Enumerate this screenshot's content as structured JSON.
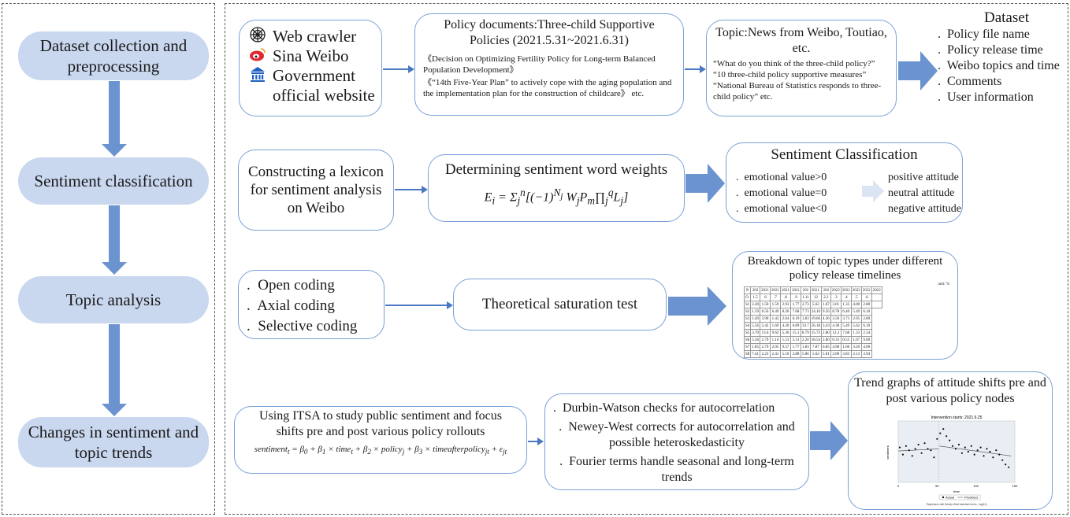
{
  "pipeline": {
    "stages": [
      "Dataset collection and preprocessing",
      "Sentiment classification",
      "Topic analysis",
      "Changes in sentiment and topic trends"
    ]
  },
  "row1": {
    "sources": [
      {
        "icon": "spider-web-icon",
        "label": "Web crawler"
      },
      {
        "icon": "weibo-icon",
        "label": "Sina Weibo"
      },
      {
        "icon": "government-building-icon",
        "label": "Government"
      },
      {
        "icon": "",
        "label": "official website"
      }
    ],
    "policy_title": "Policy documents:Three-child Supportive Policies (2021.5.31~2021.6.31)",
    "policy_lines": [
      "《Decision on Optimizing Fertility Policy for Long-term Balanced Population Development》",
      "《“14th Five-Year Plan” to actively cope with the aging population and the implementation plan for the construction of childcare》 etc."
    ],
    "topic_title": "Topic:News from Weibo, Toutiao, etc.",
    "topic_lines": [
      "“What do you think of the three-child policy?”",
      "“10 three-child policy supportive measures”",
      "“National Bureau of Statistics responds to three-child policy” etc."
    ],
    "dataset_title": "Dataset",
    "dataset_items": [
      "Policy file name",
      "Policy release time",
      "Weibo topics and time",
      "Comments",
      "User information"
    ]
  },
  "row2": {
    "lexicon": "Constructing a lexicon for sentiment analysis on Weibo",
    "weights_title": "Determining sentiment word weights",
    "formula": "E_i = Σ_j^n [(−1)^{N_j} W_j P_m ∏_j^q L_j]",
    "class_title": "Sentiment Classification",
    "conditions": [
      "emotional value>0",
      "emotional value=0",
      "emotional value<0"
    ],
    "attitudes": [
      "positive attitude",
      "neutral attitude",
      "negative attitude"
    ]
  },
  "row3": {
    "coding": [
      "Open coding",
      "Axial coding",
      "Selective coding"
    ],
    "saturation": "Theoretical saturation test",
    "breakdown_title": "Breakdown of topic types under different policy release timelines",
    "unit": "unit: %",
    "table": {
      "header1": [
        "N",
        "202",
        "2021",
        "2021",
        "2021",
        "2021",
        "202",
        "2021.",
        "202",
        "2022",
        "2022",
        "2022",
        "2022",
        "2022"
      ],
      "header2": [
        "O.",
        "1.5",
        ".6",
        ".7",
        ".8",
        ".9",
        "1.11",
        "12",
        "2.2",
        ".3",
        ".4",
        ".5",
        ".6",
        ""
      ],
      "rows": [
        [
          "S1",
          "2.20",
          "1.50",
          "1.59",
          "2.93",
          "1.77",
          "2.73",
          "5.62",
          "1.87",
          "3.01",
          "1.33",
          "4.00",
          "2.80",
          ""
        ],
        [
          "S2",
          "1.59",
          "6.56",
          "6.49",
          "8.26",
          "7.68",
          "7.73",
          "24.16",
          "9.56",
          "8.78",
          "6.40",
          "5.49",
          "6.10"
        ],
        [
          "S3",
          "1.49",
          "3.90",
          "1.43",
          "2.04",
          "6.19",
          "1.83",
          "19.66",
          "4.36",
          "3.50",
          "3.73",
          "2.95",
          "2.89"
        ],
        [
          "S4",
          "5.56",
          "2.42",
          "1.69",
          "4.26",
          "6.89",
          "33.7",
          "56.18",
          "3.43",
          "4.38",
          "5.49",
          "5.62",
          "6.10"
        ],
        [
          "S5",
          "3.70",
          "13.6",
          "9.62",
          "5.36",
          "15.1",
          "8.79",
          "15.73",
          "2.80",
          "12.3",
          "7.68",
          "1.33",
          "2.34"
        ],
        [
          "S6",
          "5.56",
          "2.79",
          "1.16",
          "1.53",
          "5.31",
          "2.20",
          "18.54",
          "2.80",
          "0.33",
          "0.55",
          "1.07",
          "9.00"
        ],
        [
          "S7",
          "1.85",
          "2.79",
          "2.05",
          "9.57",
          "1.77",
          "1.83",
          "7.87",
          "6.85",
          "4.98",
          "1.66",
          "3.20",
          "4.00"
        ],
        [
          "S8",
          "7.41",
          "2.23",
          "2.41",
          "5.10",
          "2.88",
          "5.86",
          "5.62",
          "5.61",
          "2.00",
          "3.83",
          "2.13",
          "3.94"
        ]
      ]
    }
  },
  "row4": {
    "itsa": "Using ITSA to study public sentiment and focus shifts pre and post various policy rollouts",
    "formula": "sentiment_t = β0 + β1 × time_t + β2 × policy_j + β3 × timeafterpolicy_jt + ε_jt",
    "checks": [
      "Durbin-Watson checks for autocorrelation",
      "Newey-West corrects for autocorrelation and possible heteroskedasticity",
      "Fourier terms handle seasonal and long-term trends"
    ],
    "trend_title": "Trend graphs of attitude shifts pre and post various policy nodes",
    "chart_title": "Intervention starts: 2021.6.25",
    "chart_xlabel": "time",
    "chart_ylabel": "sentiment",
    "chart_legend": [
      "Actual",
      "Predicted"
    ],
    "chart_caption": "Regression with Newey-West standard errors - lag(10)",
    "colors": {
      "accent": "#6b93cf",
      "stage": "#c9d7ef",
      "border": "#7aa0d6"
    }
  },
  "chart_data": {
    "type": "scatter",
    "title": "Intervention starts: 2021.6.25",
    "xlabel": "time",
    "ylabel": "sentiment",
    "xlim": [
      0,
      150
    ],
    "xticks": [
      "0",
      "50",
      "100",
      "150"
    ],
    "series": [
      {
        "name": "Actual",
        "x": [
          2,
          6,
          10,
          14,
          18,
          22,
          26,
          30,
          34,
          38,
          42,
          46,
          50,
          54,
          58,
          62,
          66,
          70,
          74,
          78,
          82,
          86,
          90,
          94,
          98,
          102,
          106,
          110,
          114,
          118,
          122,
          126,
          130,
          134,
          138,
          142
        ],
        "y": [
          0.3,
          -0.2,
          0.4,
          0.1,
          -0.3,
          0.2,
          0.5,
          -0.1,
          0.6,
          0.2,
          0.1,
          -0.4,
          0.9,
          1.3,
          1.6,
          1.1,
          0.8,
          0.4,
          0.2,
          0.5,
          -0.1,
          0.3,
          0.0,
          0.4,
          -0.2,
          0.1,
          0.3,
          -0.3,
          0.2,
          0.0,
          -0.4,
          0.1,
          -0.2,
          -0.6,
          -0.9,
          -1.1
        ]
      },
      {
        "name": "Predicted",
        "x": [
          0,
          52,
          53,
          145
        ],
        "y": [
          0.05,
          0.2,
          0.4,
          -0.3
        ]
      }
    ],
    "grid": false,
    "legend": "bottom"
  }
}
